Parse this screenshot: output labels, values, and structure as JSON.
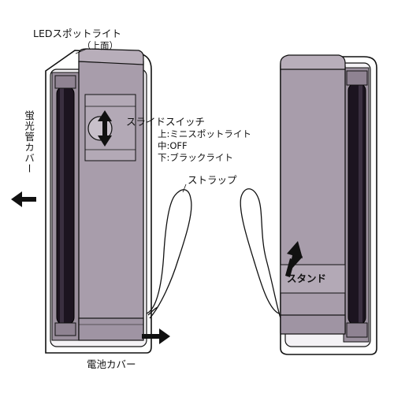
{
  "labels": {
    "led_spotlight": "LEDスポットライト",
    "top_side": "（上面）",
    "fluorescent_cover": "蛍光管カバー",
    "slide_switch": "スライドスイッチ",
    "switch_up": "上:ミニスポットライト",
    "switch_mid": "中:OFF",
    "switch_down": "下:ブラックライト",
    "strap": "ストラップ",
    "stand": "スタンド",
    "battery_cover": "電池カバー"
  },
  "colors": {
    "body_fill": "#a89dab",
    "body_light": "#b3a9b6",
    "outline": "#111111",
    "tube": "#1c1420"
  },
  "icons": [
    "double-arrow-icon",
    "left-arrow-icon",
    "right-arrow-icon",
    "up-arrow-icon"
  ]
}
